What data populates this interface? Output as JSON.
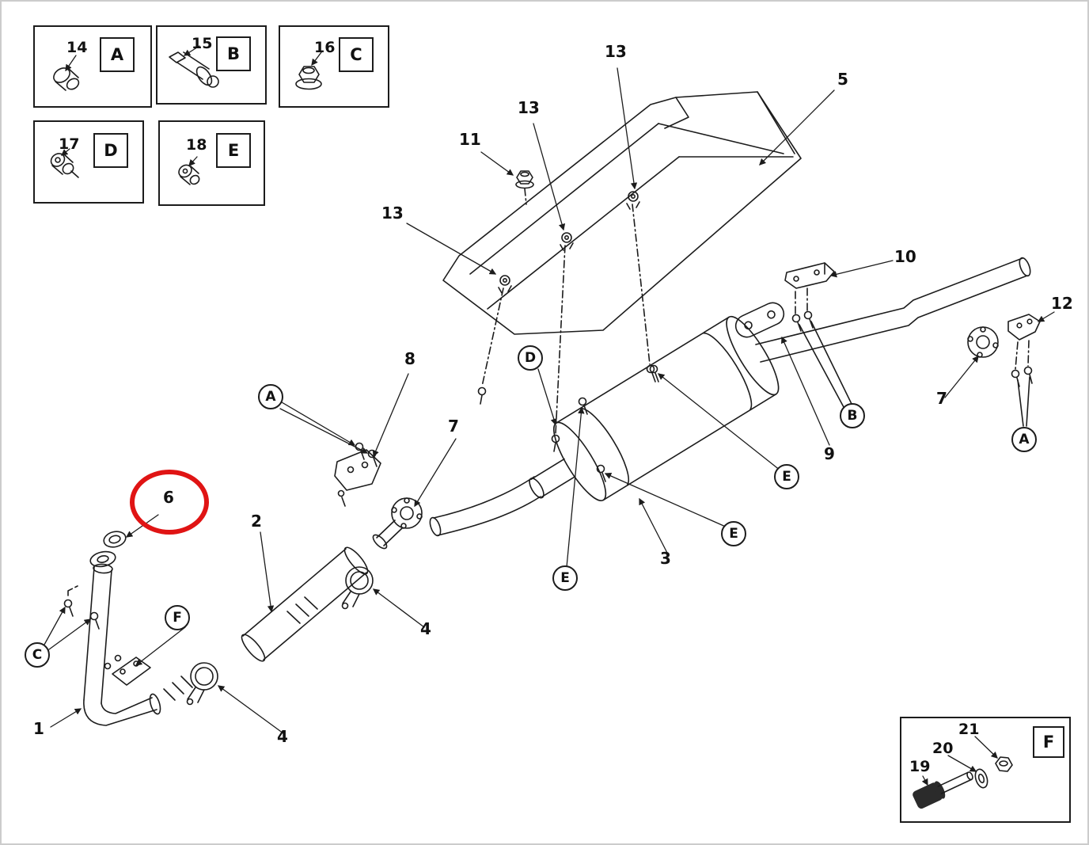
{
  "diagram": {
    "type": "exploded-parts-diagram",
    "subject": "exhaust-system",
    "highlight_color": "#e01414",
    "line_color": "#1c1c1c",
    "highlighted_part": "6"
  },
  "legend": [
    {
      "part_number": "14",
      "letter": "A"
    },
    {
      "part_number": "15",
      "letter": "B"
    },
    {
      "part_number": "16",
      "letter": "C"
    },
    {
      "part_number": "17",
      "letter": "D"
    },
    {
      "part_number": "18",
      "letter": "E"
    }
  ],
  "hardware_box": {
    "letter": "F",
    "bolt": "19",
    "washer": "20",
    "nut": "21"
  },
  "part_labels": [
    {
      "text": "13"
    },
    {
      "text": "5"
    },
    {
      "text": "13"
    },
    {
      "text": "11"
    },
    {
      "text": "13"
    },
    {
      "text": "10"
    },
    {
      "text": "12"
    },
    {
      "text": "8"
    },
    {
      "text": "7"
    },
    {
      "text": "7"
    },
    {
      "text": "9"
    },
    {
      "text": "6",
      "highlighted": true
    },
    {
      "text": "2"
    },
    {
      "text": "3"
    },
    {
      "text": "4"
    },
    {
      "text": "1"
    },
    {
      "text": "4"
    }
  ],
  "callouts": [
    {
      "letter": "A"
    },
    {
      "letter": "D"
    },
    {
      "letter": "B"
    },
    {
      "letter": "A"
    },
    {
      "letter": "E"
    },
    {
      "letter": "E"
    },
    {
      "letter": "E"
    },
    {
      "letter": "C"
    },
    {
      "letter": "F"
    }
  ]
}
